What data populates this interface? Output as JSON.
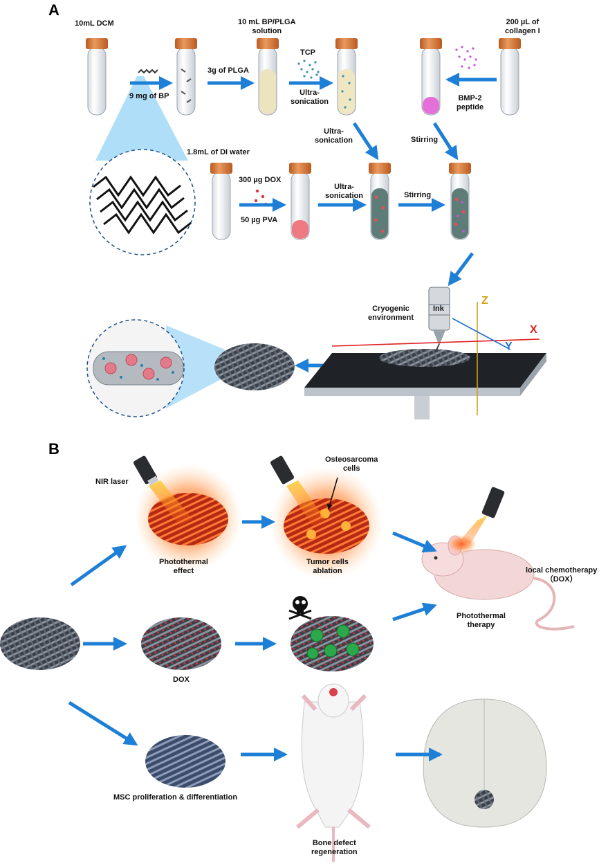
{
  "panels": {
    "a": "A",
    "b": "B"
  },
  "colors": {
    "arrow": "#1e7fd6",
    "tube_cap": "#d9773a",
    "laser": "#ff7a1a",
    "dox": "#e0505a",
    "bmp2": "#c656d6",
    "tcp": "#3a8fb0",
    "cells": "#2aa84a",
    "axis_x": "#e02020",
    "axis_y": "#1e6fd0",
    "axis_z": "#d4a017"
  },
  "panel_a": {
    "dcm": "10mL DCM",
    "bp": "9 mg of BP",
    "plga": "3g of PLGA",
    "bp_plga_1": "10 mL BP/PLGA",
    "bp_plga_2": "solution",
    "tcp": "TCP",
    "ultra_1a": "Ultra-",
    "ultra_1b": "sonication",
    "collagen_1": "200 µL of",
    "collagen_2": "collagen I",
    "bmp_1": "BMP-2",
    "bmp_2": "peptide",
    "ultra_2a": "Ultra-",
    "ultra_2b": "sonication",
    "stirring_1": "Stirring",
    "di_water": "1.8mL of DI water",
    "dox_amt": "300 µg DOX",
    "pva": "50 µg PVA",
    "ultra_3a": "Ultra-",
    "ultra_3b": "sonication",
    "stirring_2": "Stirring",
    "cryo_1": "Cryogenic",
    "cryo_2": "environment",
    "ink": "Ink",
    "axis_z": "Z",
    "axis_x": "X",
    "axis_y": "Y"
  },
  "panel_b": {
    "nir": "NIR laser",
    "osteo_1": "Osteosarcoma",
    "osteo_2": "cells",
    "pt_effect_1": "Photothermal",
    "pt_effect_2": "effect",
    "ablation_1": "Tumor cells",
    "ablation_2": "ablation",
    "local_chemo_1": "local chemotherapy",
    "local_chemo_2": "（DOX）",
    "pt_therapy_1": "Photothermal",
    "pt_therapy_2": "therapy",
    "dox": "DOX",
    "msc": "MSC proliferation & differentiation",
    "bone_1": "Bone defect",
    "bone_2": "regeneration"
  }
}
